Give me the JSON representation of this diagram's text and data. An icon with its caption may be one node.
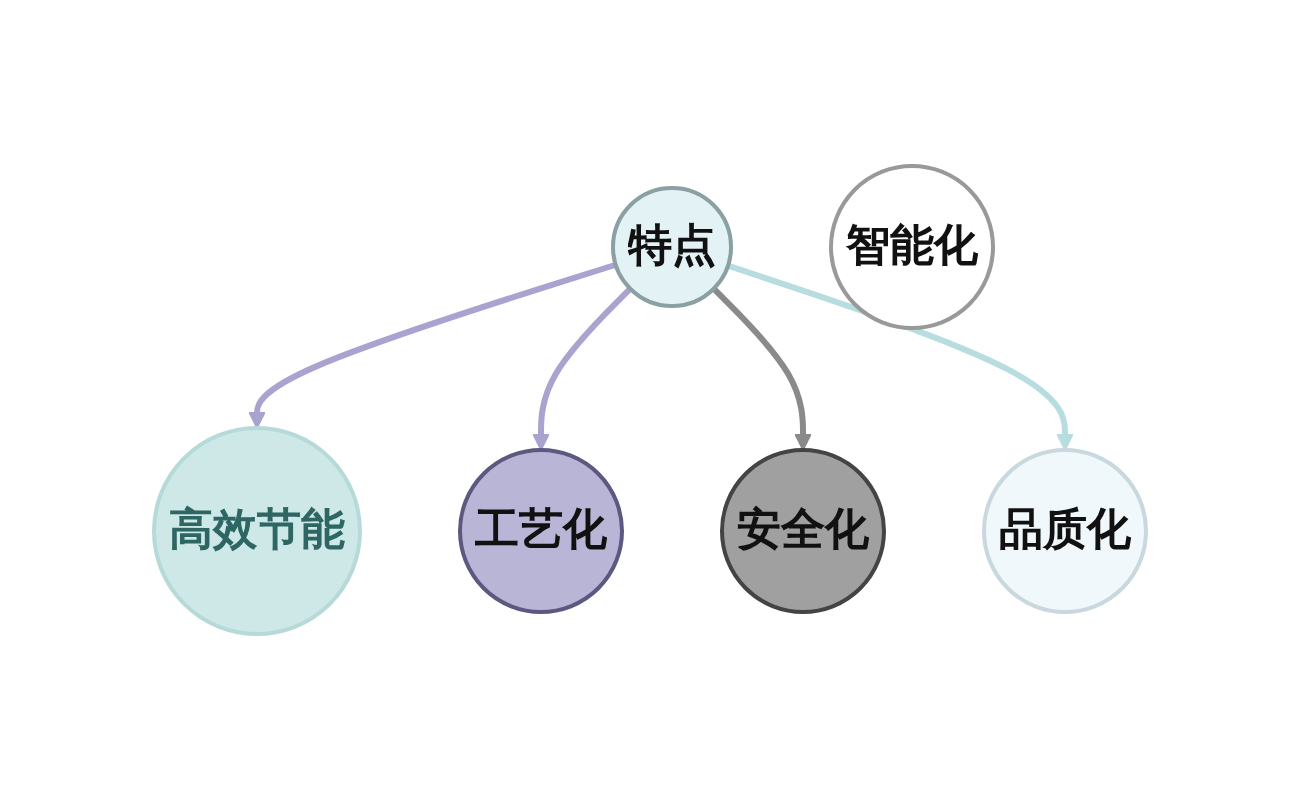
{
  "diagram": {
    "nodes": [
      {
        "text": [
          "高效节能"
        ]
      },
      {
        "text": [
          "工艺化"
        ]
      },
      {
        "text": [
          "特点"
        ]
      },
      {
        "text": [
          "智能化"
        ]
      },
      {
        "text": [
          "品质化"
        ]
      },
      {
        "text": [
          "安全化"
        ]
      }
    ],
    "edges": [
      {
        "from": 2,
        "to": 0,
        "arrow": "to"
      },
      {
        "from": 2,
        "to": 1,
        "arrow": "to"
      },
      {
        "from": 2,
        "to": 5,
        "arrow": "to",
        "color": "#8a8a8a"
      },
      {
        "from": 2,
        "to": 4,
        "arrow": "to",
        "color": "#b8dde0"
      }
    ]
  }
}
